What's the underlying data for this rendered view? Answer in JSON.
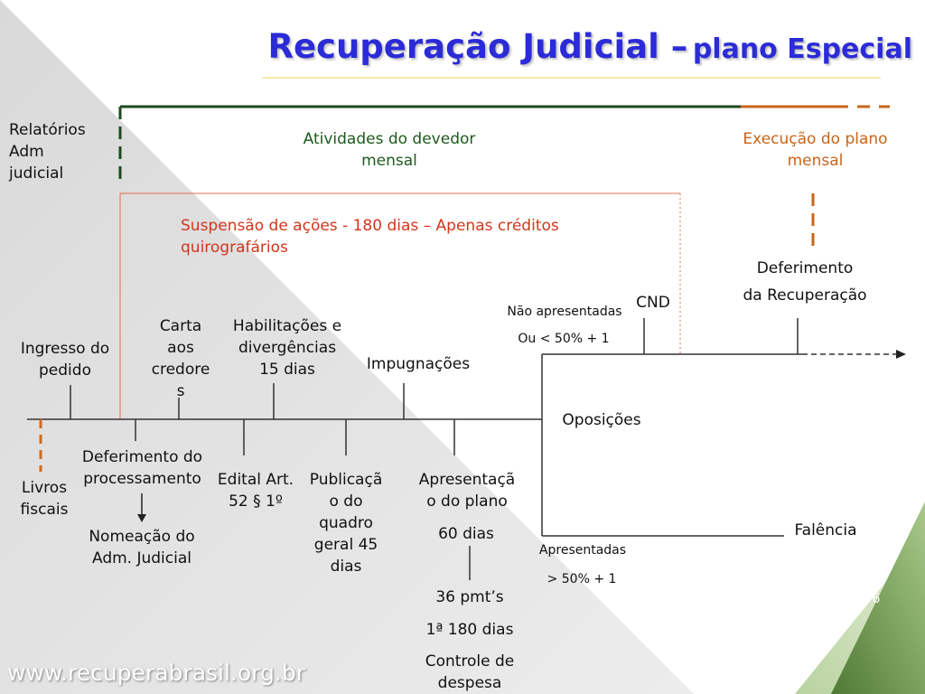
{
  "title": {
    "main": "Recuperação Judicial –",
    "sub": "plano Especial"
  },
  "top_labels": {
    "relatorios": "Relatórios\nAdm\njudicial",
    "atividades": "Atividades do devedor\nmensal",
    "execucao": "Execução do plano\nmensal",
    "suspensao": "Suspensão de ações  - 180 dias – Apenas créditos\nquirografários",
    "deferimento_recuperacao": "Deferimento\nda Recuperação"
  },
  "upper_events": {
    "ingresso": "Ingresso do\npedido",
    "carta": "Carta\naos\ncredore\ns",
    "habilitacoes": "Habilitações e\ndivergências\n15 dias",
    "impugnacoes": "Impugnações",
    "nao_apresentadas": "Não apresentadas",
    "ou_menor": "Ou < 50% + 1",
    "cnd": "CND"
  },
  "lower_events": {
    "livros": "Livros\nfiscais",
    "deferimento_processamento": "Deferimento do\nprocessamento",
    "nomeacao": "Nomeação do\nAdm. Judicial",
    "edital": "Edital Art.\n52 § 1º",
    "publicacao": "Publicaçã\no do\nquadro\ngeral 45\ndias",
    "apresentacao": "Apresentaçã\no do plano",
    "sessenta_dias": "60 dias",
    "pmts": "36 pmt’s",
    "primeiro_180": "1ª 180 dias",
    "controle": "Controle de\ndespesa",
    "oposicoes": "Oposições",
    "apresentadas": "Apresentadas",
    "maior": "> 50% + 1",
    "falencia": "Falência"
  },
  "footer": {
    "site": "www.recuperabrasil.org.br",
    "page": "6"
  },
  "colors": {
    "title": "#2b2bd8",
    "green_line": "#1d5a1d",
    "orange": "#c8641a",
    "red_box": "#e07050",
    "corner_green": "#6f9a4c"
  }
}
